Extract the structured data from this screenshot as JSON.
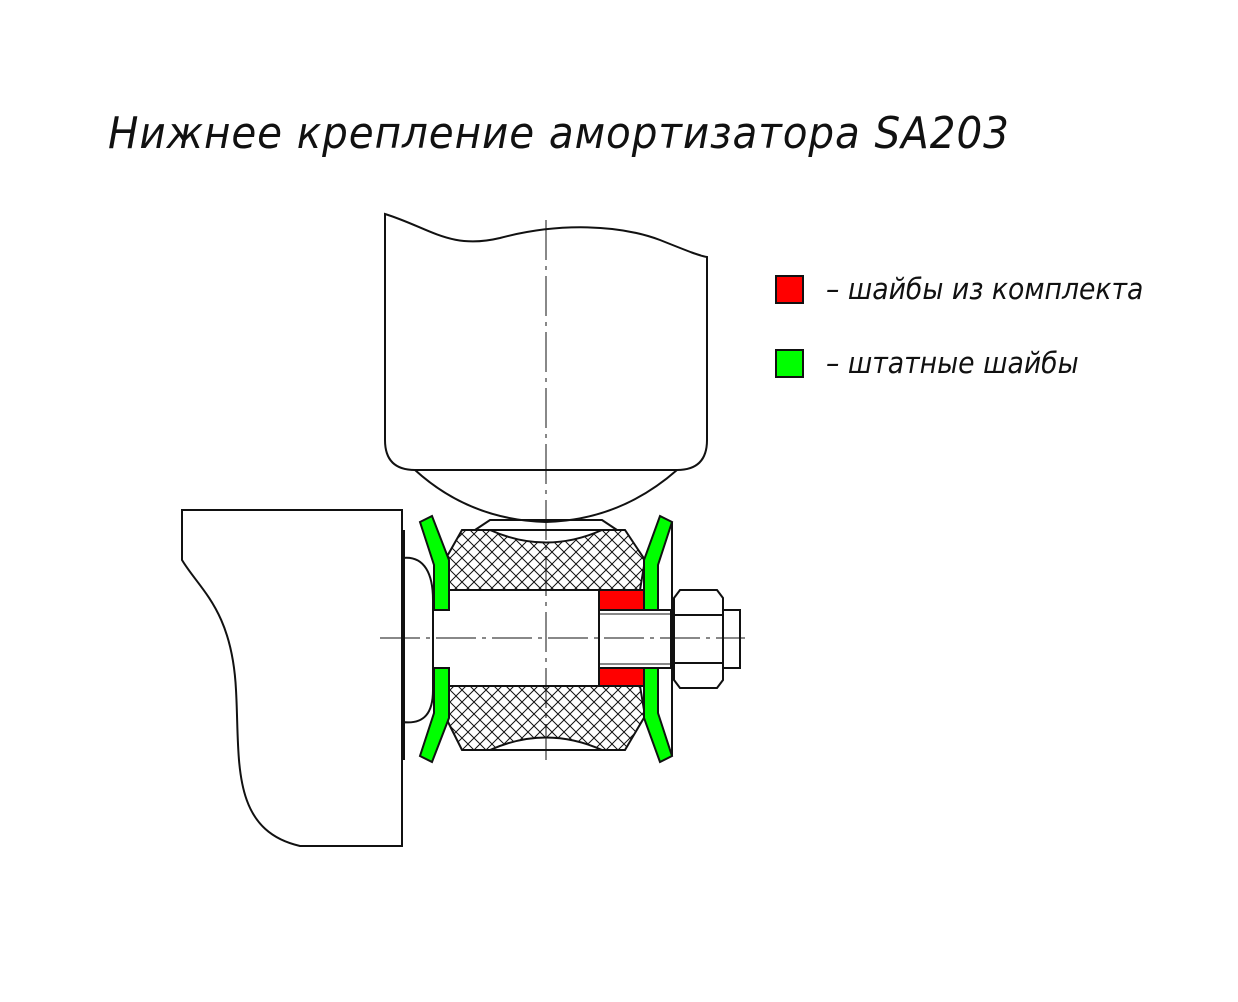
{
  "title": "Нижнее крепление амортизатора SA203",
  "legend": [
    {
      "color": "#ff0000",
      "text": "– шайбы из комплекта"
    },
    {
      "color": "#00ff00",
      "text": "– штатные шайбы"
    }
  ],
  "colors": {
    "kit_washer": "#ff0000",
    "stock_washer": "#00ff00",
    "line": "#111111"
  }
}
